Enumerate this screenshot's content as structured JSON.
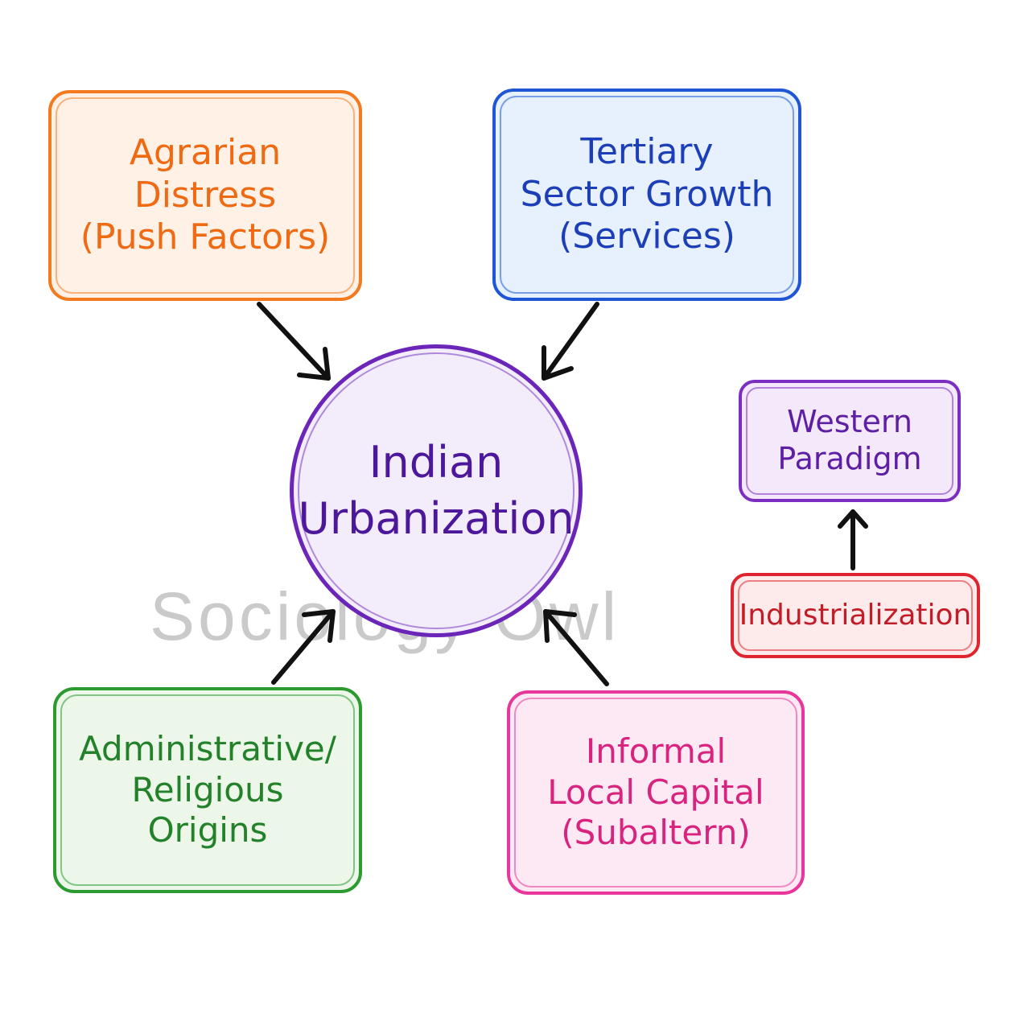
{
  "center": {
    "line1": "Indian",
    "line2": "Urbanization"
  },
  "nodes": {
    "agrarian": {
      "line1": "Agrarian",
      "line2": "Distress",
      "line3": "(Push Factors)"
    },
    "tertiary": {
      "line1": "Tertiary",
      "line2": "Sector Growth",
      "line3": "(Services)"
    },
    "admin": {
      "line1": "Administrative/",
      "line2": "Religious",
      "line3": "Origins"
    },
    "informal": {
      "line1": "Informal",
      "line2": "Local Capital",
      "line3": "(Subaltern)"
    },
    "western": {
      "line1": "Western",
      "line2": "Paradigm"
    },
    "industrial": {
      "line1": "Industrialization"
    }
  },
  "watermark": "Sociology Owl",
  "colors": {
    "agrarian": "#f47a1f",
    "tertiary": "#1f56d6",
    "admin": "#2b9a30",
    "informal": "#e8369a",
    "western": "#7d2ec2",
    "industrial": "#e0242f",
    "center": "#6b25b8",
    "arrow": "#111111"
  }
}
